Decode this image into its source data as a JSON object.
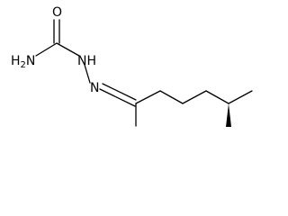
{
  "molecule": {
    "atom_labels": {
      "carbonyl_oxygen": "O",
      "amide_nitrogen": "H2N",
      "hydrazine_nitrogen": "NH",
      "imine_nitrogen": "N"
    },
    "ink_color": "#000000",
    "background_color": "#ffffff"
  }
}
